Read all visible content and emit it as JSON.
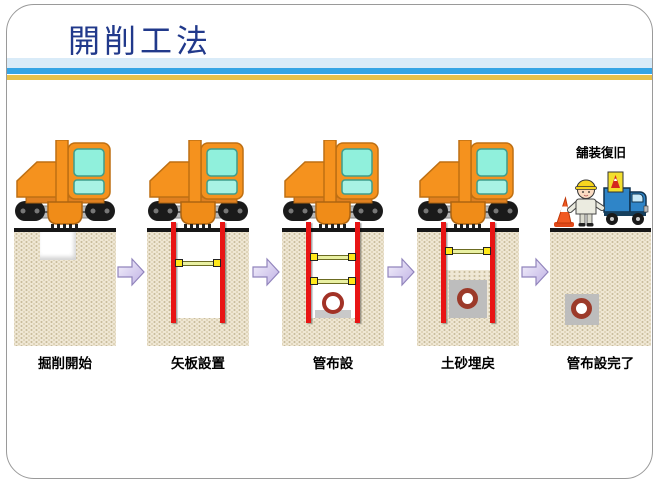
{
  "title": "開削工法",
  "colors": {
    "title_text": "#21398B",
    "stripe_light_blue": "#D9EBF8",
    "stripe_blue": "#35A4E4",
    "stripe_yellow": "#E6C14B",
    "excavator_orange": "#F5921E",
    "cab_window_teal": "#90F0DC",
    "sheet_pile_red": "#E81414",
    "strut_end_yellow": "#FFE81A",
    "strut_bar_green": "#E9F0A2",
    "pipe_ring_red": "#A23226",
    "ground_beige": "#EFE7D4",
    "bedding_gray": "#BDBDBD",
    "arrow_lavender": "#BFB1E4",
    "truck_blue": "#2F85C8",
    "cone_orange": "#F15A22"
  },
  "stages": [
    {
      "label": "掘削開始"
    },
    {
      "label": "矢板設置"
    },
    {
      "label": "管布設"
    },
    {
      "label": "土砂埋戻"
    },
    {
      "label": "管布設完了",
      "top_label": "舗装復旧"
    }
  ]
}
